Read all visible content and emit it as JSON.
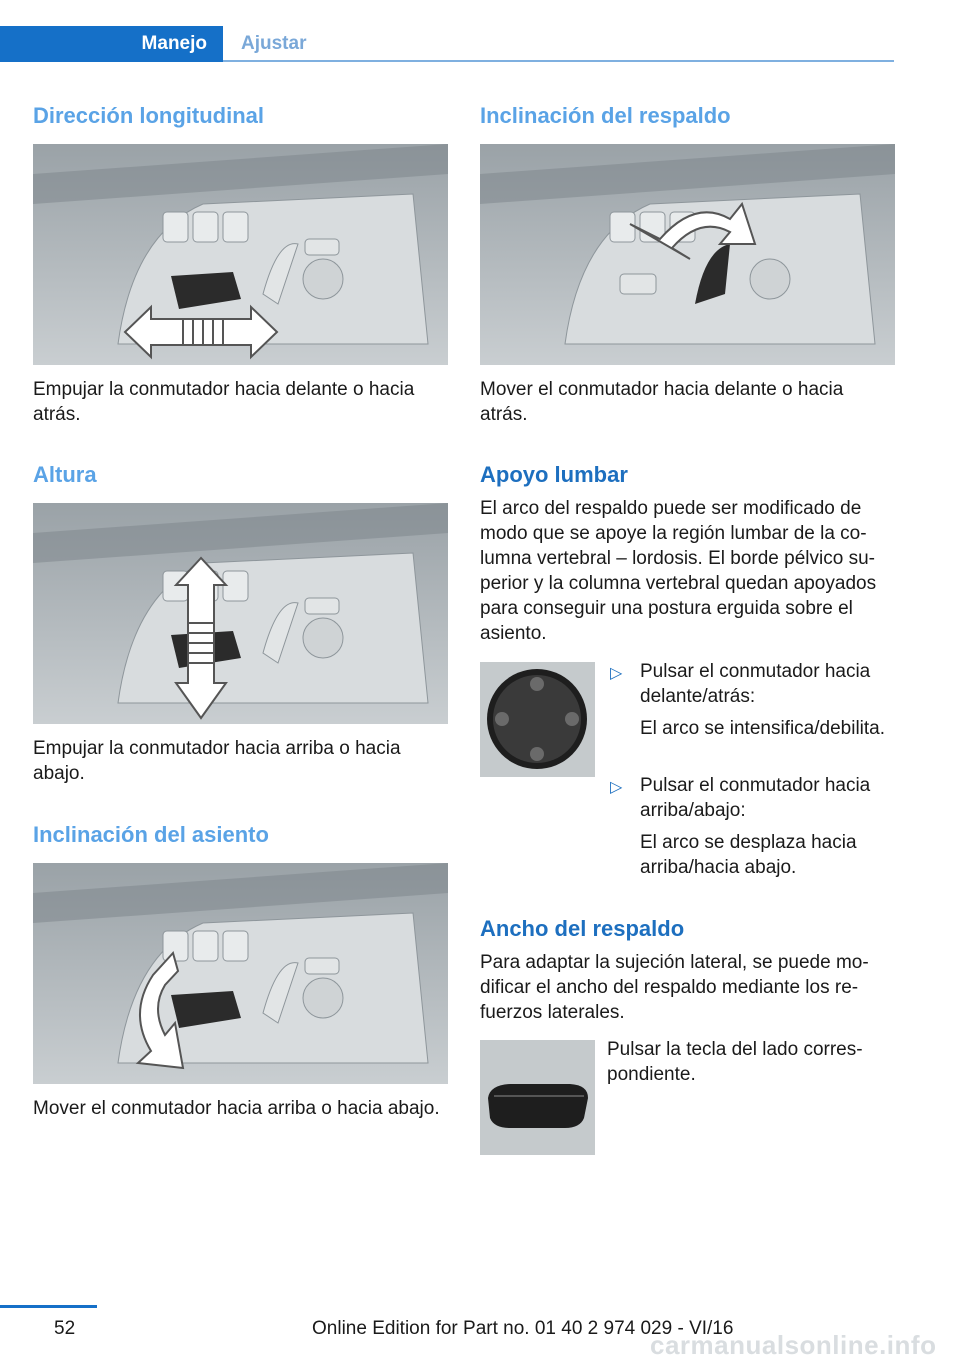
{
  "header": {
    "tab_active": "Manejo",
    "tab_inactive": "Ajustar",
    "accent_color": "#1570c8"
  },
  "left": {
    "s1_title": "Dirección longitudinal",
    "s1_text": "Empujar la conmutador hacia delante o hacia atrás.",
    "s2_title": "Altura",
    "s2_text": "Empujar la conmutador hacia arriba o hacia abajo.",
    "s3_title": "Inclinación del asiento",
    "s3_text": "Mover el conmutador hacia arriba o hacia abajo."
  },
  "right": {
    "s1_title": "Inclinación del respaldo",
    "s1_text": "Mover el conmutador hacia delante o hacia atrás.",
    "s2_title": "Apoyo lumbar",
    "s2_text": "El arco del respaldo puede ser modificado de modo que se apoye la región lumbar de la co­lumna vertebral – lordosis. El borde pélvico su­perior y la columna vertebral quedan apoyados para conseguir una postura erguida sobre el asiento.",
    "bullets": [
      {
        "marker": "▷",
        "line1": "Pulsar el conmutador hacia delante/atrás:",
        "line2": "El arco se intensifica/debi­lita."
      },
      {
        "marker": "▷",
        "line1": "Pulsar el conmutador hacia arriba/abajo:",
        "line2": "El arco se desplaza hacia arriba/hacia abajo."
      }
    ],
    "s3_title": "Ancho del respaldo",
    "s3_text": "Para adaptar la sujeción lateral, se puede mo­dificar el ancho del respaldo mediante los re­fuerzos laterales.",
    "s3_side": "Pulsar la tecla del lado corres­pondiente."
  },
  "footer": {
    "page_number": "52",
    "edition": "Online Edition for Part no. 01 40 2 974 029 - VI/16",
    "watermark": "carmanualsonline.info"
  }
}
